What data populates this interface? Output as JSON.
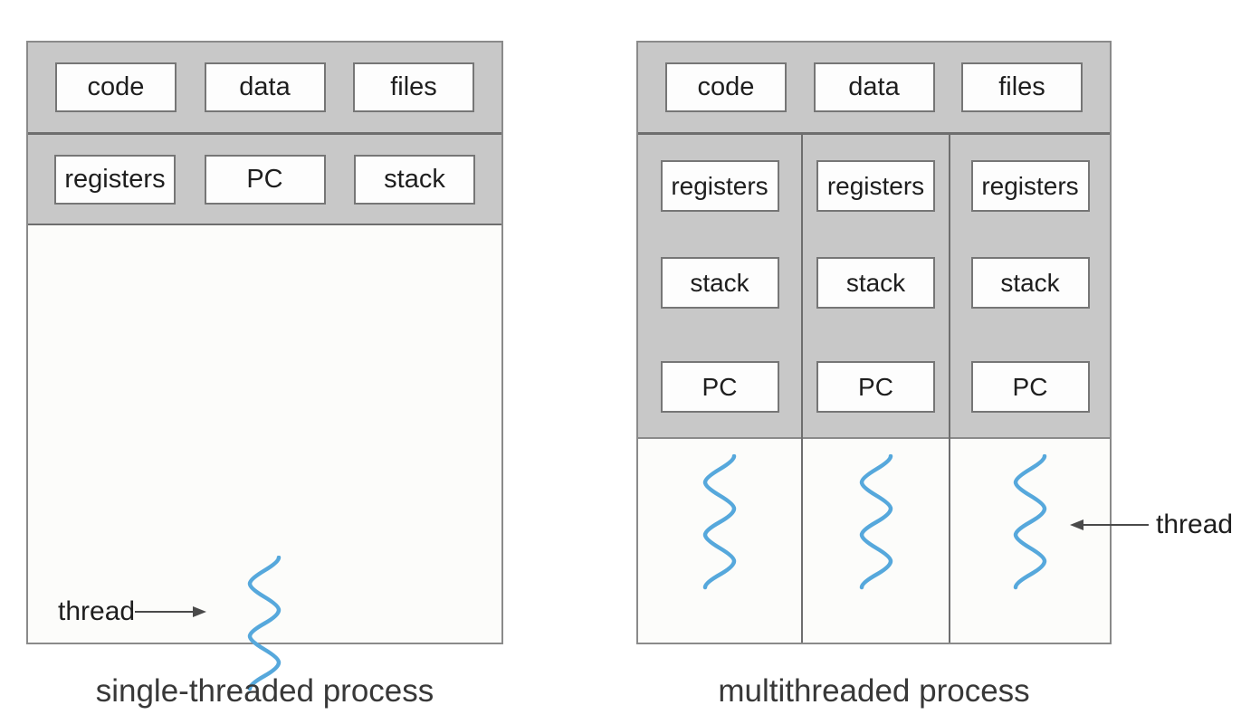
{
  "figure": {
    "left": {
      "caption": "single-threaded process",
      "top_row": [
        "code",
        "data",
        "files"
      ],
      "state_row": [
        "registers",
        "PC",
        "stack"
      ],
      "thread_label": "thread",
      "thread_count": 1
    },
    "right": {
      "caption": "multithreaded process",
      "top_row": [
        "code",
        "data",
        "files"
      ],
      "per_thread_items": [
        "registers",
        "stack",
        "PC"
      ],
      "thread_label": "thread",
      "thread_count": 3
    }
  },
  "colors": {
    "band_gray": "#c8c8c8",
    "box_fill": "#fdfdfd",
    "box_border": "#767676",
    "outer_border": "#8a8a8a",
    "white_area": "#fcfcfa",
    "thread_blue": "#56a8dc",
    "label_text": "#1e1e1e",
    "caption_text": "#383838",
    "arrow": "#4a4a4a"
  }
}
